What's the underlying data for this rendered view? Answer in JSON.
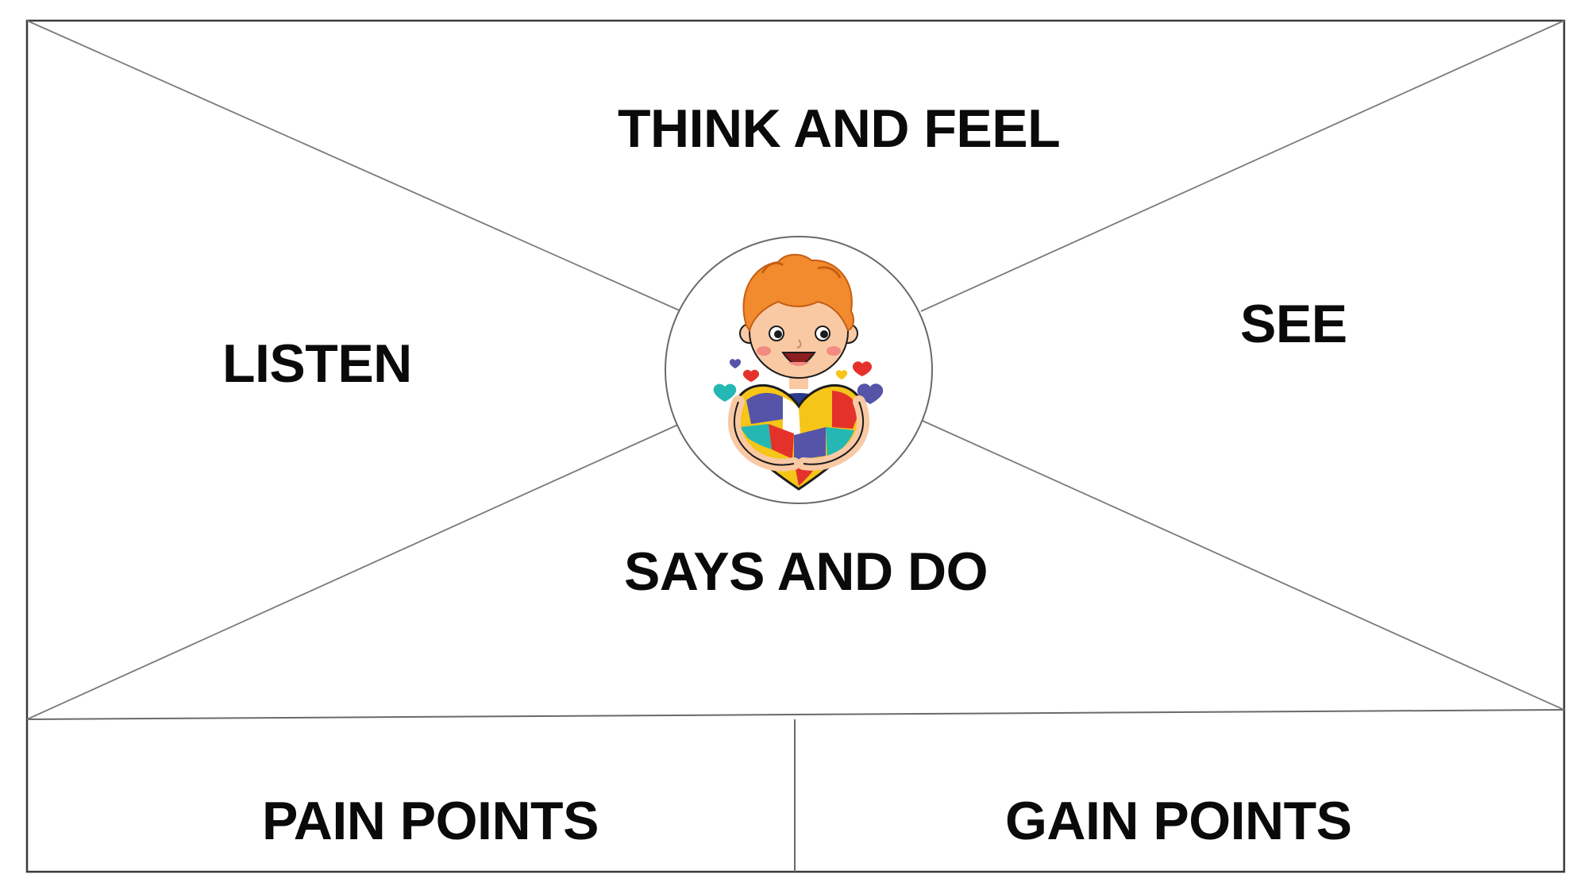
{
  "sections": {
    "think_and_feel": "THINK AND FEEL",
    "listen": "LISTEN",
    "see": "SEE",
    "says_and_do": "SAYS AND DO",
    "pain_points": "PAIN POINTS",
    "gain_points": "GAIN POINTS"
  },
  "center_image": {
    "icon": "child-hugging-puzzle-heart-icon"
  },
  "colors": {
    "line": "#7a7a7a",
    "frame": "#3a3a3a",
    "text": "#0a0a0a",
    "hair": "#f28a2e",
    "skin": "#f9c9a4"
  }
}
